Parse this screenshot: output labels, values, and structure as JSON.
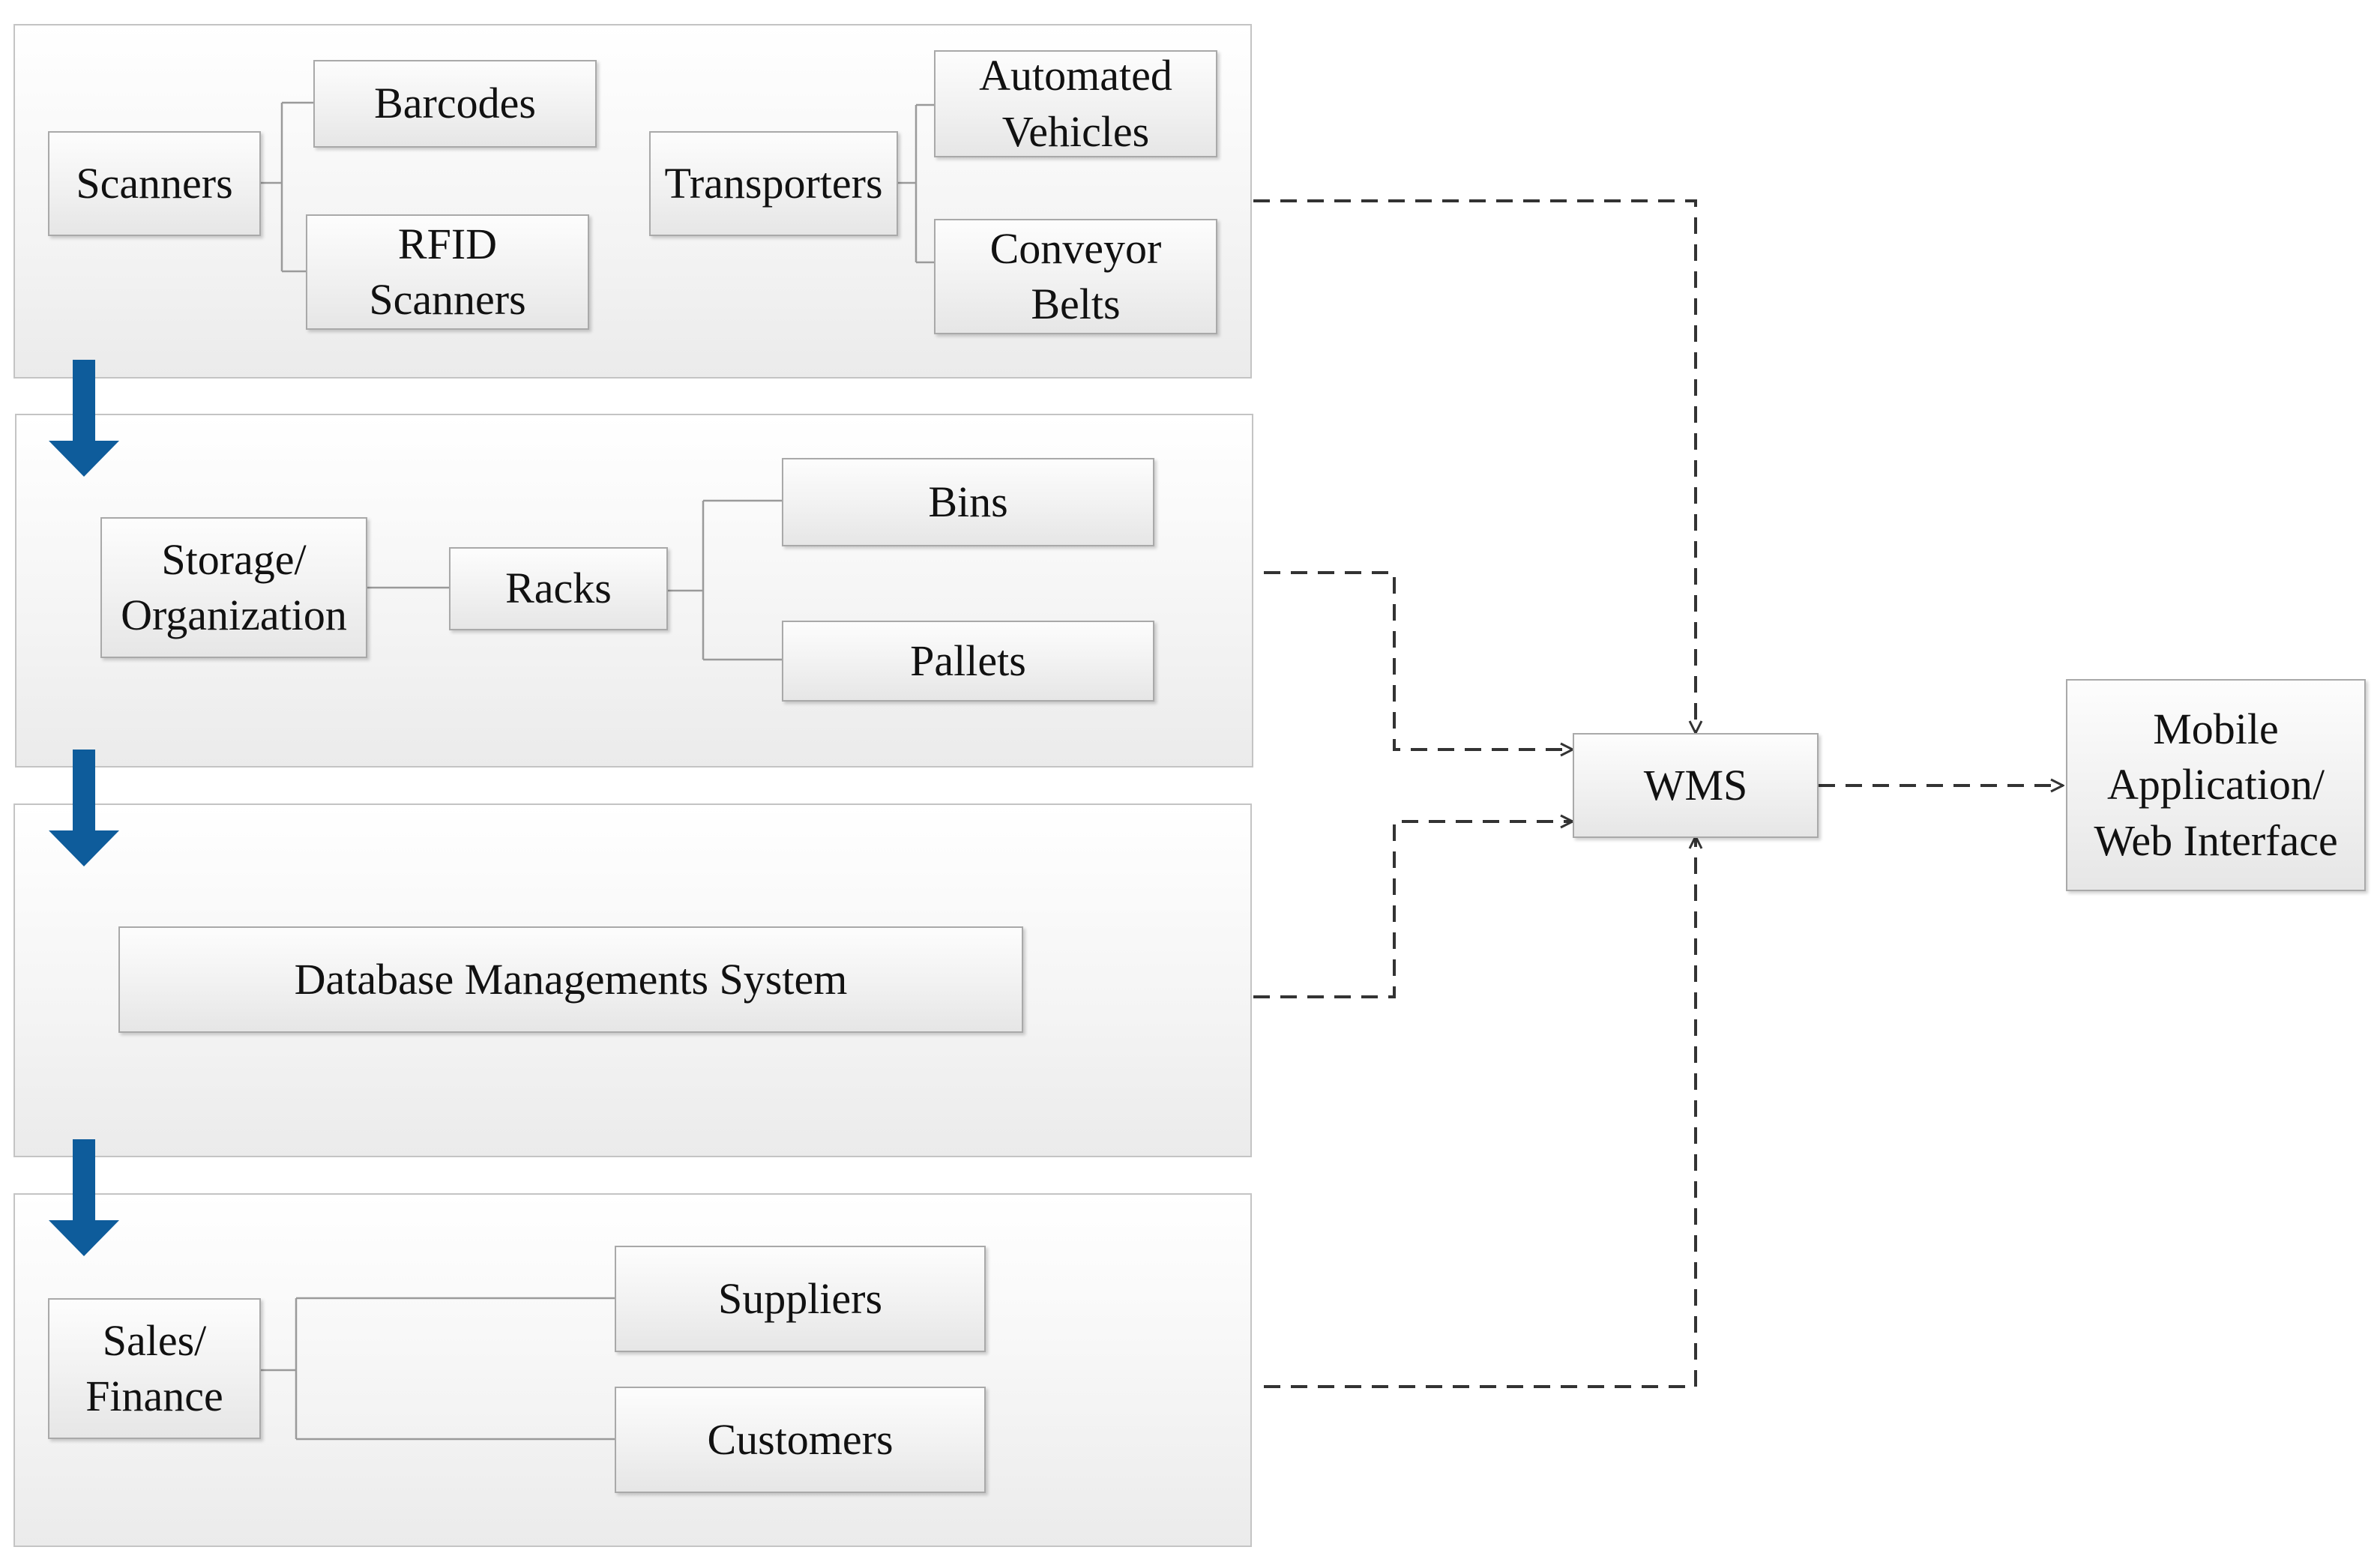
{
  "diagram": {
    "panels": [
      {
        "id": "panel-capture"
      },
      {
        "id": "panel-storage"
      },
      {
        "id": "panel-database"
      },
      {
        "id": "panel-sales"
      }
    ],
    "nodes": {
      "scanners": "Scanners",
      "barcodes": "Barcodes",
      "rfid_scanners": [
        "RFID",
        "Scanners"
      ],
      "transporters": "Transporters",
      "automated_vehicles": [
        "Automated",
        "Vehicles"
      ],
      "conveyor_belts": [
        "Conveyor",
        "Belts"
      ],
      "storage_organization": [
        "Storage/",
        "Organization"
      ],
      "racks": "Racks",
      "bins": "Bins",
      "pallets": "Pallets",
      "database_management": "Database Managements System",
      "sales_finance": [
        "Sales/",
        "Finance"
      ],
      "suppliers": "Suppliers",
      "customers": "Customers",
      "wms": "WMS",
      "mobile_web": [
        "Mobile",
        "Application/",
        "Web Interface"
      ]
    },
    "edges": [
      {
        "from": "panel-capture",
        "to": "wms",
        "style": "dashed-arrow"
      },
      {
        "from": "panel-storage",
        "to": "wms",
        "style": "dashed-arrow"
      },
      {
        "from": "panel-database",
        "to": "wms",
        "style": "dashed-arrow"
      },
      {
        "from": "panel-sales",
        "to": "wms",
        "style": "dashed-arrow"
      },
      {
        "from": "wms",
        "to": "mobile_web",
        "style": "dashed-arrow"
      },
      {
        "from": "scanners",
        "to": "barcodes",
        "style": "bracket"
      },
      {
        "from": "scanners",
        "to": "rfid_scanners",
        "style": "bracket"
      },
      {
        "from": "transporters",
        "to": "automated_vehicles",
        "style": "bracket"
      },
      {
        "from": "transporters",
        "to": "conveyor_belts",
        "style": "bracket"
      },
      {
        "from": "storage_organization",
        "to": "racks",
        "style": "line"
      },
      {
        "from": "racks",
        "to": "bins",
        "style": "bracket"
      },
      {
        "from": "racks",
        "to": "pallets",
        "style": "bracket"
      },
      {
        "from": "sales_finance",
        "to": "suppliers",
        "style": "bracket"
      },
      {
        "from": "sales_finance",
        "to": "customers",
        "style": "bracket"
      }
    ],
    "colors": {
      "flow_arrow": "#0e5c9b",
      "dashed_line": "#333333",
      "connector": "#9a9a9a"
    }
  }
}
